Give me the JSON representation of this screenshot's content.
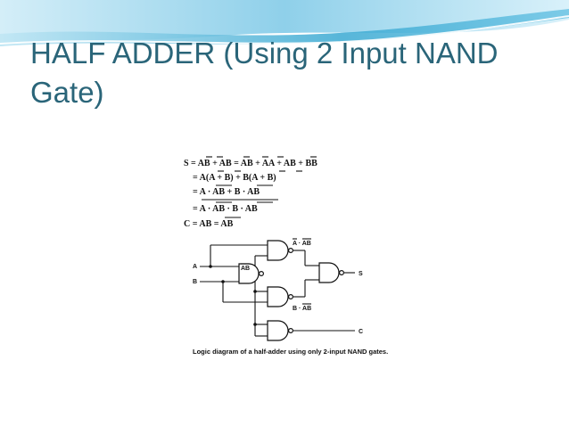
{
  "slide": {
    "title_line1": "HALF ADDER (Using 2 Input NAND",
    "title_line2": "Gate)"
  },
  "equations": [
    "S = AB + AB = AB + AA + AB + BB",
    "= A(A + B) + B(A + B)",
    "= A · AB + B · AB",
    "= A · AB · B · AB",
    "C = AB = AB"
  ],
  "diagram": {
    "inputs": [
      "A",
      "B"
    ],
    "outputs": [
      "S",
      "C"
    ],
    "gate_labels": {
      "gate1_out": "AB",
      "gate2_out": "A · AB",
      "gate3_out": "B · AB"
    },
    "caption": "Logic diagram of a half-adder using only 2-input NAND gates."
  },
  "colors": {
    "title": "#2a6579",
    "banner_light": "#e8f6fb",
    "banner_mid": "#9fd9ee",
    "banner_dark": "#3aa9d2"
  }
}
